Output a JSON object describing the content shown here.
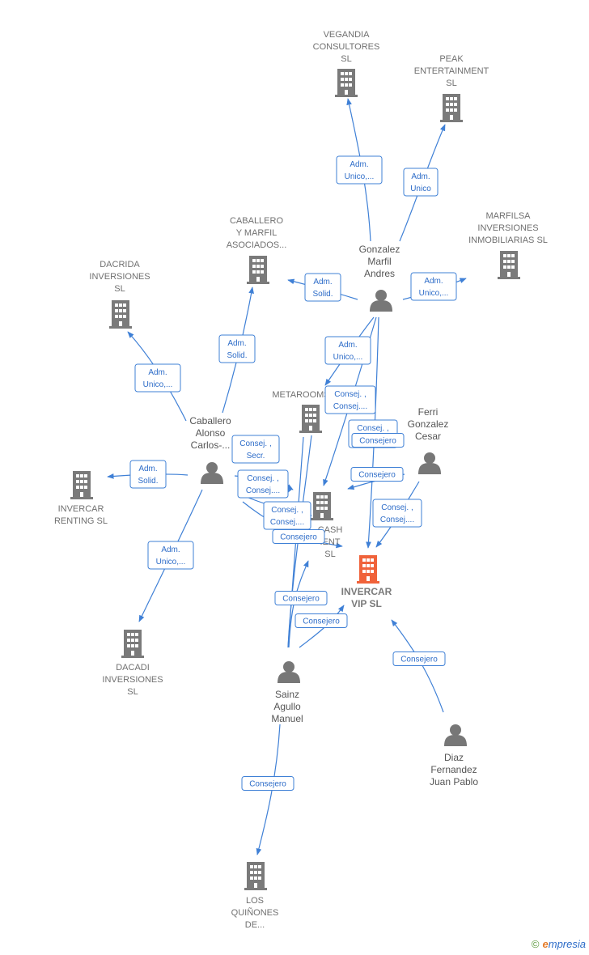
{
  "colors": {
    "edge": "#3f80d6",
    "company": "#7a7a7a",
    "focus_company": "#f0623a",
    "person": "#777777"
  },
  "companies": [
    {
      "id": "vegandia",
      "icon": "building-icon",
      "lines": [
        "VEGANDIA",
        "CONSULTORES",
        "SL"
      ]
    },
    {
      "id": "peak",
      "icon": "building-icon",
      "lines": [
        "PEAK",
        "ENTERTAINMENT",
        "SL"
      ]
    },
    {
      "id": "caballero_marfil",
      "icon": "building-icon",
      "lines": [
        "CABALLERO",
        "Y MARFIL",
        "ASOCIADOS..."
      ]
    },
    {
      "id": "marfilsa",
      "icon": "building-icon",
      "lines": [
        "MARFILSA",
        "INVERSIONES",
        "INMOBILIARIAS SL"
      ]
    },
    {
      "id": "dacrida",
      "icon": "building-icon",
      "lines": [
        "DACRIDA",
        "INVERSIONES",
        "SL"
      ]
    },
    {
      "id": "metarooms",
      "icon": "building-icon",
      "lines": [
        "METAROOMS"
      ]
    },
    {
      "id": "invercar_renting",
      "icon": "building-icon",
      "lines": [
        "INVERCAR",
        "RENTING SL"
      ]
    },
    {
      "id": "cash",
      "icon": "building-icon",
      "lines": [
        "CASH",
        "IENT",
        "SL"
      ]
    },
    {
      "id": "invercar_vip",
      "icon": "building-icon",
      "focus": true,
      "lines": [
        "INVERCAR",
        "VIP  SL"
      ]
    },
    {
      "id": "dacadi",
      "icon": "building-icon",
      "lines": [
        "DACADI",
        "INVERSIONES",
        "SL"
      ]
    },
    {
      "id": "los_quinones",
      "icon": "building-icon",
      "lines": [
        "LOS",
        "QUIÑONES",
        "DE..."
      ]
    }
  ],
  "people": [
    {
      "id": "gonzalez",
      "icon": "person-icon",
      "lines": [
        "Gonzalez",
        "Marfil",
        "Andres"
      ]
    },
    {
      "id": "caballero",
      "icon": "person-icon",
      "lines": [
        "Caballero",
        "Alonso",
        "Carlos-..."
      ]
    },
    {
      "id": "ferri",
      "icon": "person-icon",
      "lines": [
        "Ferri",
        "Gonzalez",
        "Cesar"
      ]
    },
    {
      "id": "sainz",
      "icon": "person-icon",
      "lines": [
        "Sainz",
        "Agullo",
        "Manuel"
      ]
    },
    {
      "id": "diaz",
      "icon": "person-icon",
      "lines": [
        "Diaz",
        "Fernandez",
        "Juan Pablo"
      ]
    }
  ],
  "relations": [
    {
      "from": "gonzalez",
      "to": "vegandia",
      "lines": [
        "Adm.",
        "Unico,..."
      ]
    },
    {
      "from": "gonzalez",
      "to": "peak",
      "lines": [
        "Adm.",
        "Unico"
      ]
    },
    {
      "from": "gonzalez",
      "to": "caballero_marfil",
      "lines": [
        "Adm.",
        "Solid."
      ]
    },
    {
      "from": "gonzalez",
      "to": "marfilsa",
      "lines": [
        "Adm.",
        "Unico,..."
      ]
    },
    {
      "from": "gonzalez",
      "to": "metarooms",
      "lines": [
        "Adm.",
        "Unico,..."
      ]
    },
    {
      "from": "gonzalez",
      "to": "cash",
      "lines": [
        "Consej. ,",
        "Consej...."
      ]
    },
    {
      "from": "gonzalez",
      "to": "invercar_vip",
      "lines": [
        "Consej. ,",
        "Consejero"
      ]
    },
    {
      "from": "caballero",
      "to": "caballero_marfil",
      "lines": [
        "Adm.",
        "Solid."
      ]
    },
    {
      "from": "caballero",
      "to": "dacrida",
      "lines": [
        "Adm.",
        "Unico,..."
      ]
    },
    {
      "from": "caballero",
      "to": "invercar_renting",
      "lines": [
        "Adm.",
        "Solid."
      ]
    },
    {
      "from": "caballero",
      "to": "dacadi",
      "lines": [
        "Adm.",
        "Unico,..."
      ]
    },
    {
      "from": "caballero",
      "to": "cash_a",
      "lines": [
        "Consej. ,",
        "Secr."
      ]
    },
    {
      "from": "caballero",
      "to": "cash_b",
      "lines": [
        "Consej. ,",
        "Consej...."
      ]
    },
    {
      "from": "caballero",
      "to": "invercar_vip",
      "lines": [
        "Consej. ,",
        "Consej...."
      ]
    },
    {
      "from": "caballero",
      "to": "invercar_vip_b",
      "lines": [
        "Consejero"
      ]
    },
    {
      "from": "ferri",
      "to": "cash",
      "lines": [
        "Consejero"
      ]
    },
    {
      "from": "ferri",
      "to": "invercar_vip",
      "lines": [
        "Consej. ,",
        "Consej...."
      ]
    },
    {
      "from": "sainz",
      "to": "cash",
      "lines": [
        "Consejero"
      ]
    },
    {
      "from": "sainz",
      "to": "invercar_vip",
      "lines": [
        "Consejero"
      ]
    },
    {
      "from": "sainz",
      "to": "los_quinones",
      "lines": [
        "Consejero"
      ]
    },
    {
      "from": "diaz",
      "to": "invercar_vip",
      "lines": [
        "Consejero"
      ]
    }
  ],
  "brand": {
    "copyright": "©",
    "first_letter": "e",
    "name": "mpresia"
  }
}
